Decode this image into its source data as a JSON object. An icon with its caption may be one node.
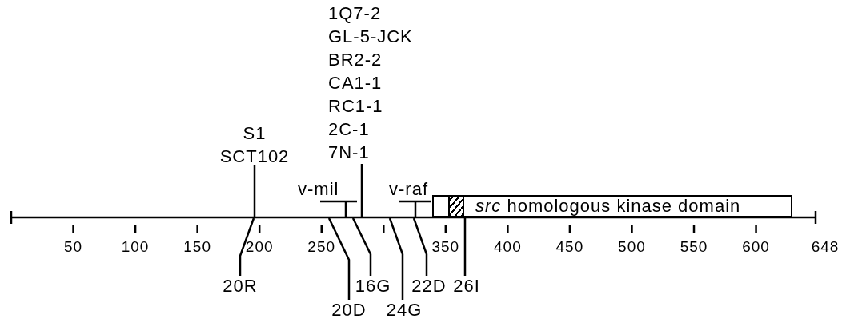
{
  "diagram": {
    "nodes": [
      {
        "text": [
          "1Q7-2",
          "GL-5-JCK",
          "BR2-2",
          "CA1-1",
          "RC1-1",
          "2C-1",
          "7N-1"
        ]
      },
      {
        "text": [
          "S1",
          "SCT102"
        ]
      },
      {
        "text": [
          "v-mil"
        ]
      },
      {
        "text": [
          "v-raf"
        ]
      },
      {
        "text": [
          "*src* homologous kinase domain"
        ]
      },
      {
        "text": [],
        "shape": "box",
        "in": 4
      },
      {
        "text": [
          "20R"
        ]
      },
      {
        "text": [
          "16G"
        ]
      },
      {
        "text": [
          "22D"
        ]
      },
      {
        "text": [
          "26I"
        ]
      },
      {
        "text": [
          "20D"
        ]
      },
      {
        "text": [
          "24G"
        ]
      }
    ],
    "edges": [
      {
        "from": 0,
        "to": null,
        "arrow": "none"
      },
      {
        "from": 1,
        "to": null,
        "arrow": "none"
      },
      {
        "from": 2,
        "to": null,
        "arrow": "none"
      },
      {
        "from": 3,
        "to": null,
        "arrow": "none"
      },
      {
        "from": 6,
        "to": null,
        "arrow": "none"
      },
      {
        "from": 7,
        "to": null,
        "arrow": "none"
      },
      {
        "from": 8,
        "to": null,
        "arrow": "none"
      },
      {
        "from": 9,
        "to": 4,
        "arrow": "none"
      },
      {
        "from": 10,
        "to": null,
        "arrow": "none"
      },
      {
        "from": 11,
        "to": null,
        "arrow": "none"
      }
    ],
    "labels": [
      "50",
      "100",
      "150",
      "200",
      "250",
      "350",
      "400",
      "450",
      "500",
      "550",
      "600",
      "648"
    ]
  }
}
